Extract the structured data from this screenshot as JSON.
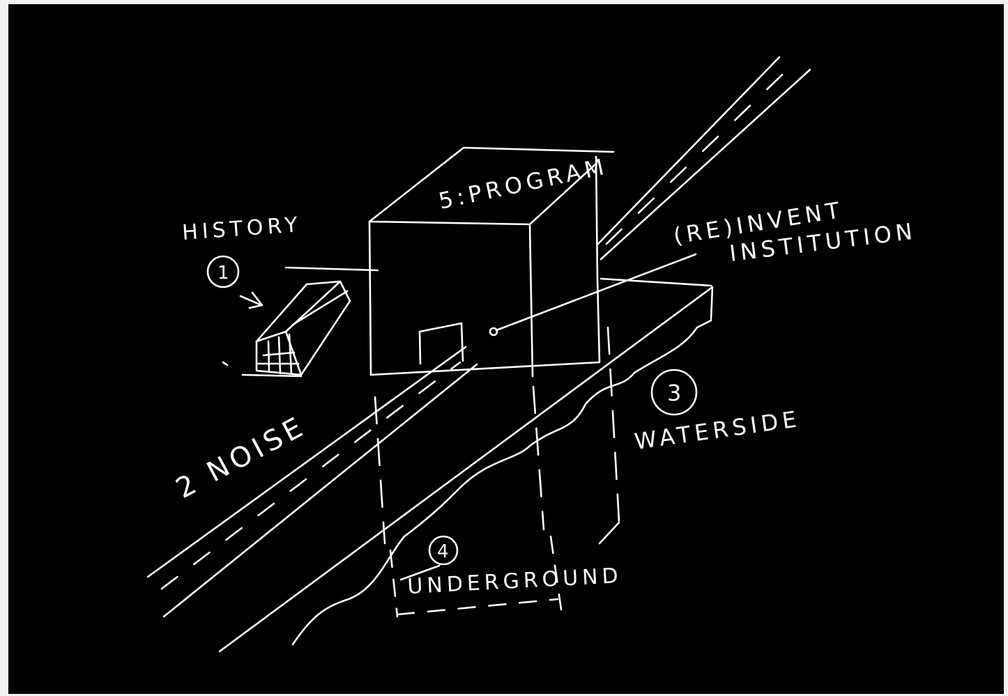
{
  "colors": {
    "background": "#000000",
    "ink": "#ffffff",
    "page_border": "#f2f2f4"
  },
  "labels": {
    "history": "HISTORY",
    "history_number": "1",
    "noise": "2 NOISE",
    "waterside_number": "3",
    "waterside": "WATERSIDE",
    "underground_number": "4",
    "underground": "UNDERGROUND",
    "program": "5:PROGRAM",
    "reinvent_line1": "(RE)INVENT",
    "reinvent_line2": "INSTITUTION"
  }
}
